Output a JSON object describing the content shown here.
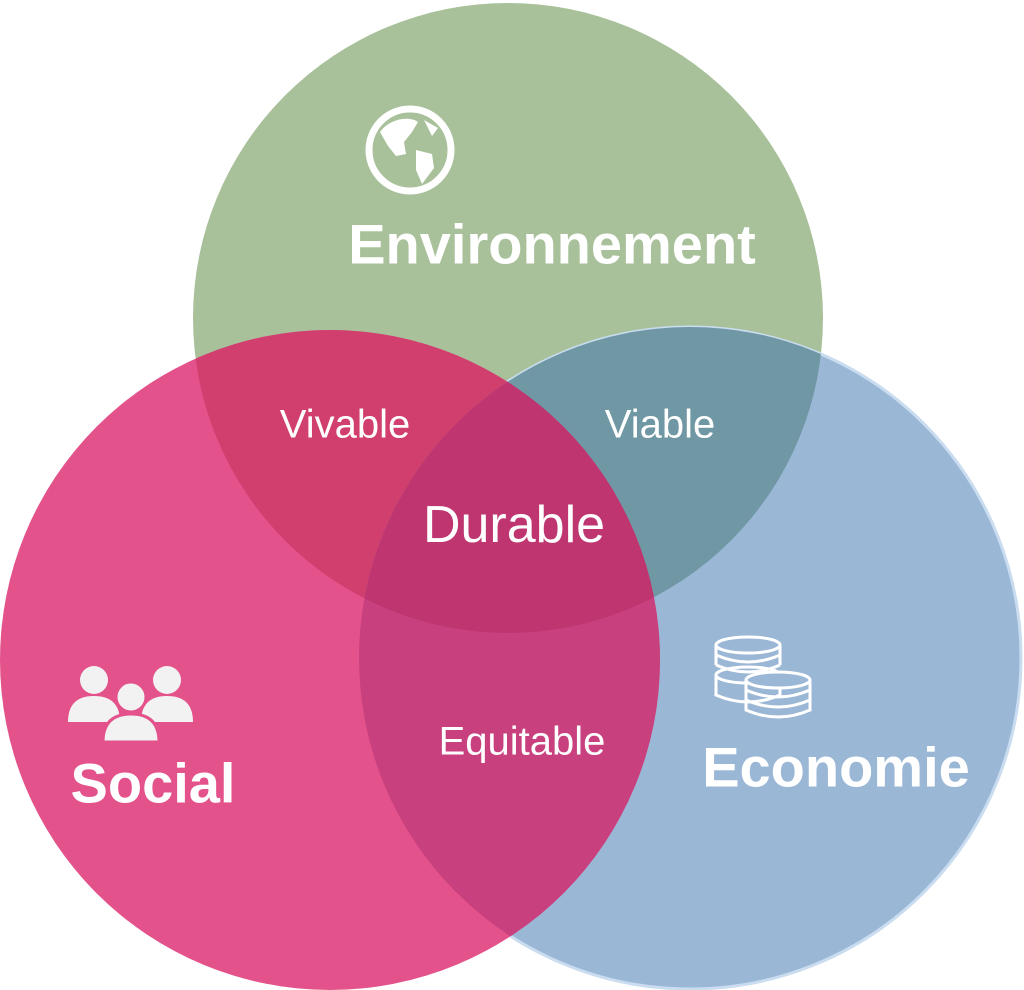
{
  "colors": {
    "environment": "#a9c19a",
    "social": "#e3528b",
    "economy": "#9bb7d6",
    "social_environment": "#d13f6e",
    "environment_economy": "#6f97a4",
    "social_economy": "#c8407e",
    "all": "#bf3570"
  },
  "sets": {
    "environment": {
      "label": "Environnement",
      "icon": "globe-icon"
    },
    "social": {
      "label": "Social",
      "icon": "people-icon"
    },
    "economy": {
      "label": "Economie",
      "icon": "coins-icon"
    }
  },
  "intersections": {
    "social_environment": "Vivable",
    "environment_economy": "Viable",
    "social_economy": "Equitable",
    "all": "Durable"
  }
}
